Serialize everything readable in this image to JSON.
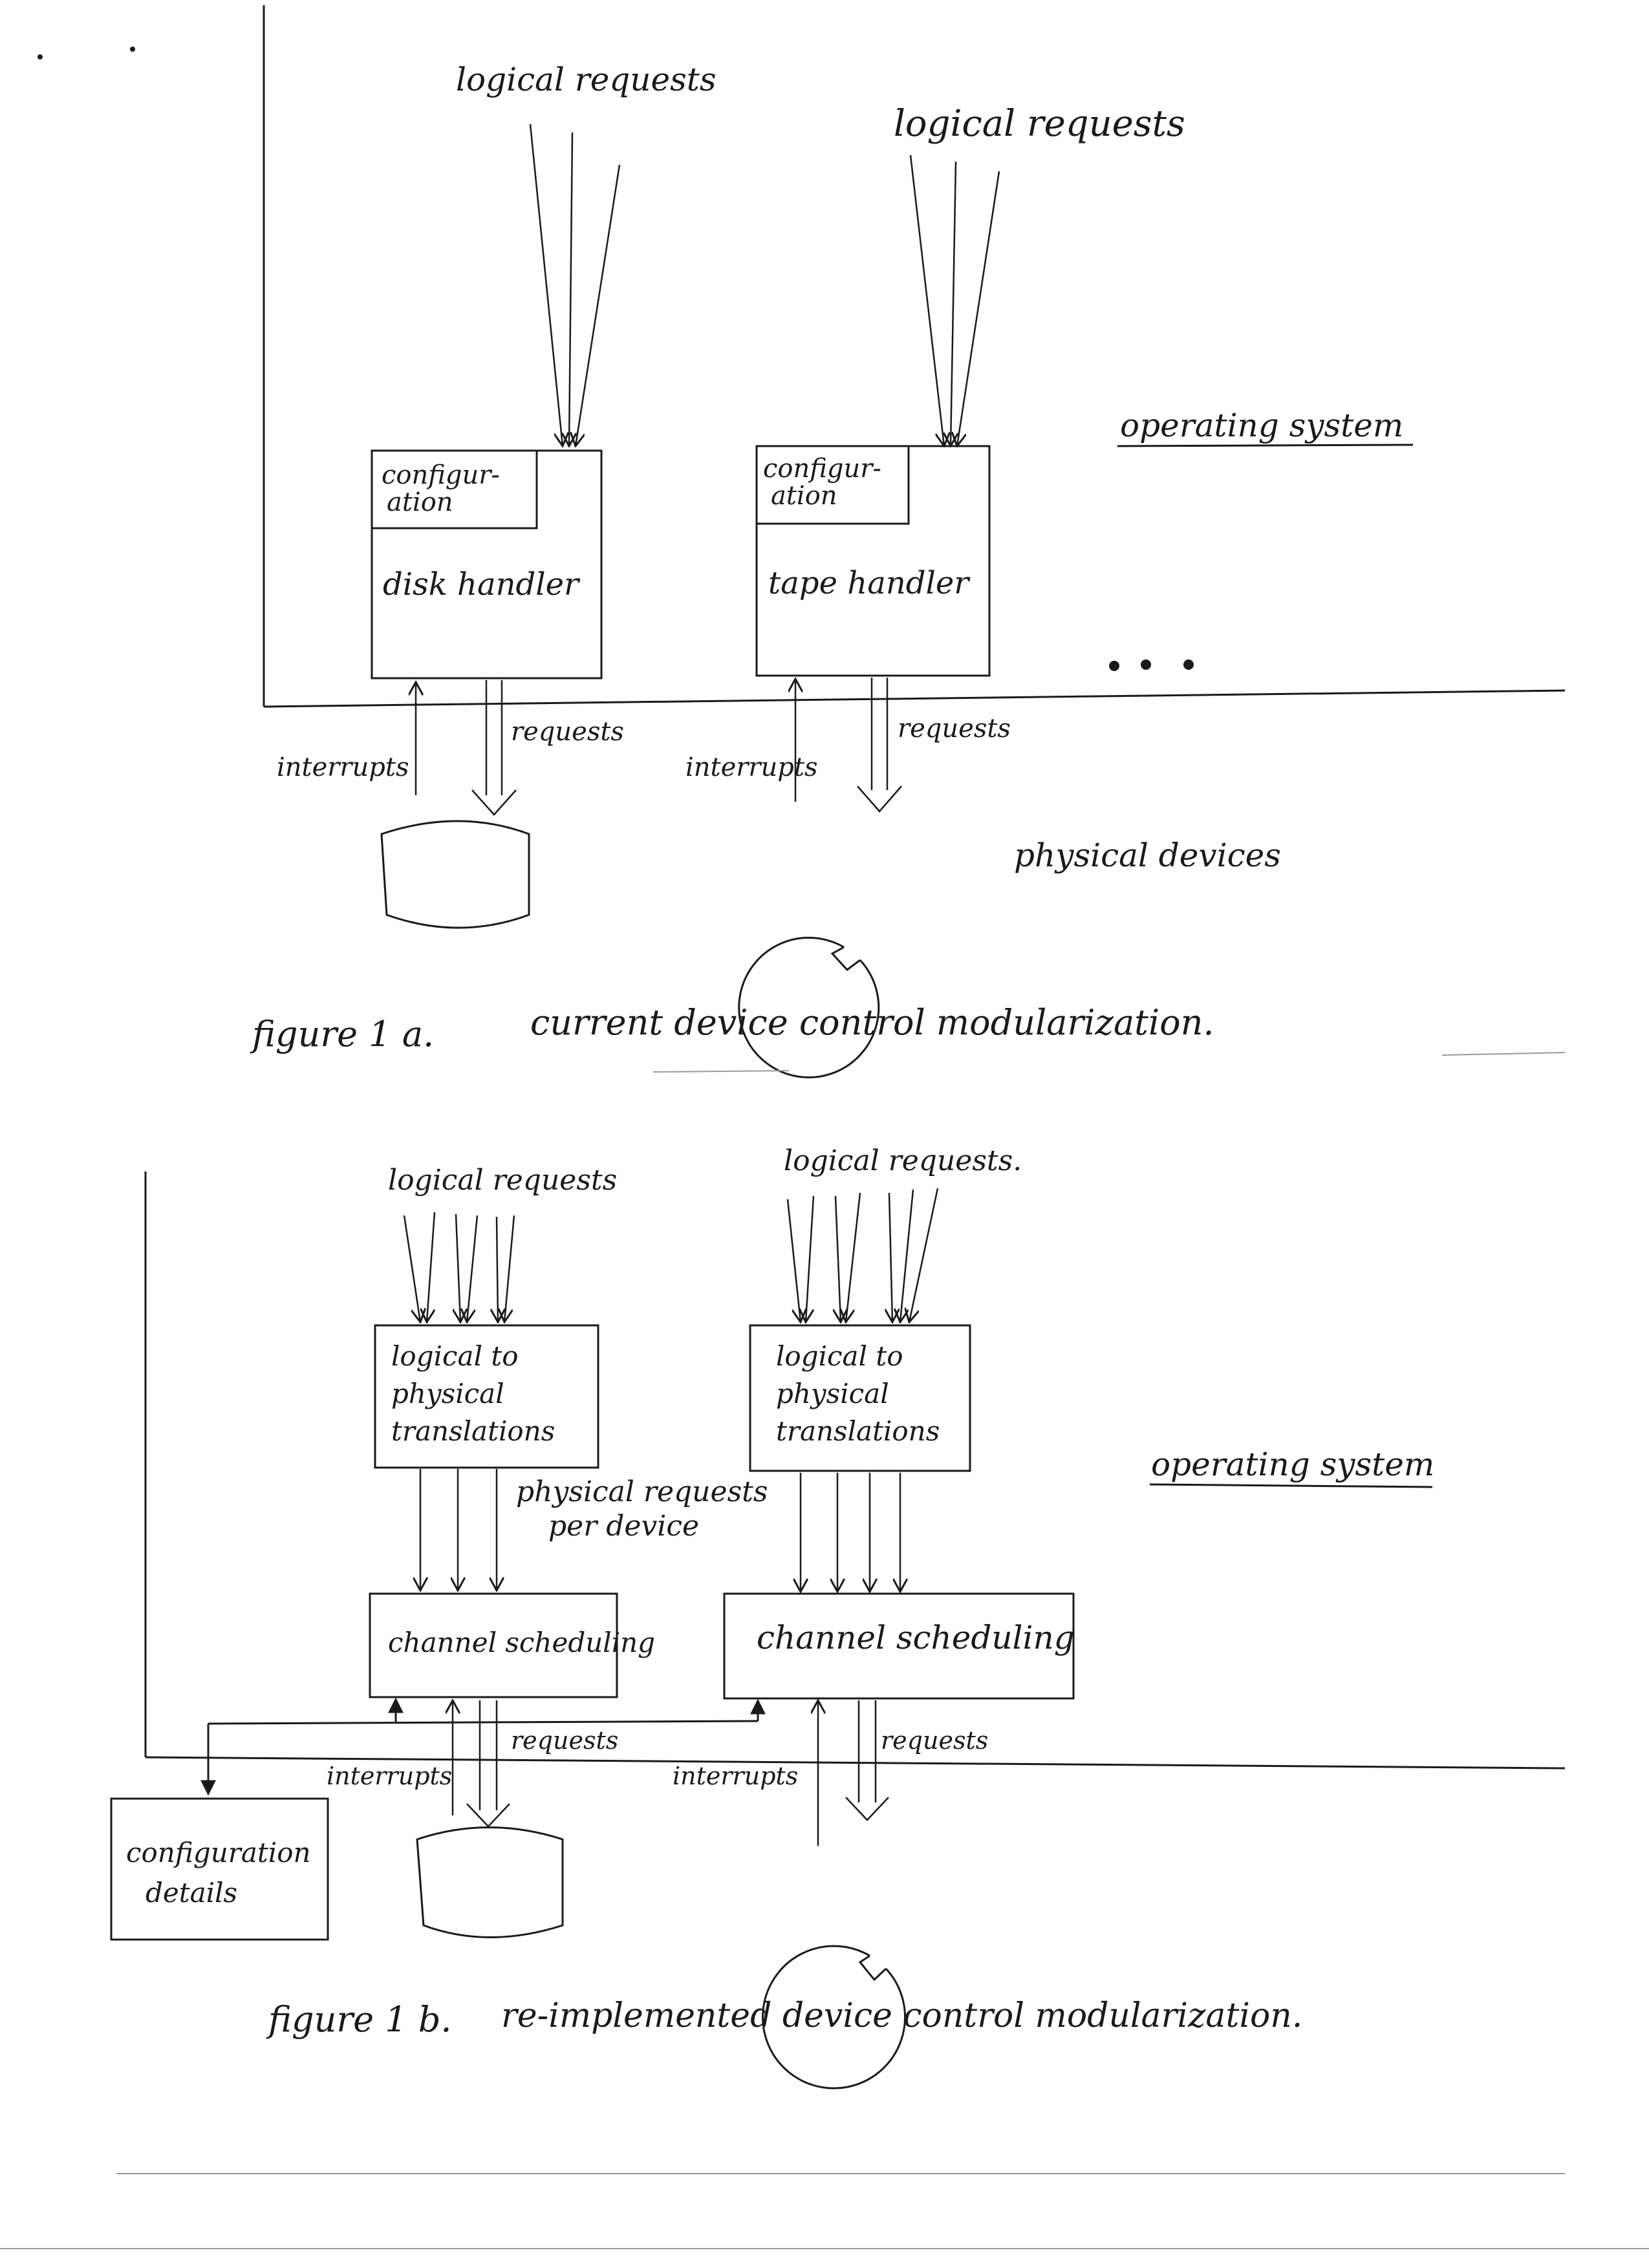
{
  "figure_1a": {
    "left_logical_requests": "logical requests",
    "right_logical_requests": "logical requests",
    "operating_system": "operating system",
    "left_box": {
      "corner_label_line1": "configur-",
      "corner_label_line2": "ation",
      "main_label": "disk handler"
    },
    "right_box": {
      "corner_label_line1": "configur-",
      "corner_label_line2": "ation",
      "main_label": "tape handler"
    },
    "continuation": "...",
    "left_interrupts": "interrupts",
    "left_requests": "requests",
    "right_interrupts": "interrupts",
    "right_requests": "requests",
    "physical_devices": "physical devices",
    "caption_number": "figure 1 a.",
    "caption_text": "current device control modularization."
  },
  "figure_1b": {
    "left_logical_requests": "logical requests",
    "right_logical_requests": "logical requests.",
    "operating_system": "operating system",
    "left_translation_line1": "logical to",
    "left_translation_line2": "physical",
    "left_translation_line3": "translations",
    "right_translation_line1": "logical to",
    "right_translation_line2": "physical",
    "right_translation_line3": "translations",
    "physical_requests_line1": "physical requests",
    "physical_requests_line2": "per device",
    "left_channel_scheduling": "channel scheduling",
    "right_channel_scheduling": "channel scheduling",
    "left_interrupts": "interrupts",
    "left_requests": "requests",
    "right_interrupts": "interrupts",
    "right_requests": "requests",
    "config_line1": "configuration",
    "config_line2": "details",
    "caption_number": "figure 1 b.",
    "caption_text": "re-implemented device control modularization."
  },
  "colors": {
    "ink": "#1a1a1a",
    "paper": "#ffffff"
  }
}
